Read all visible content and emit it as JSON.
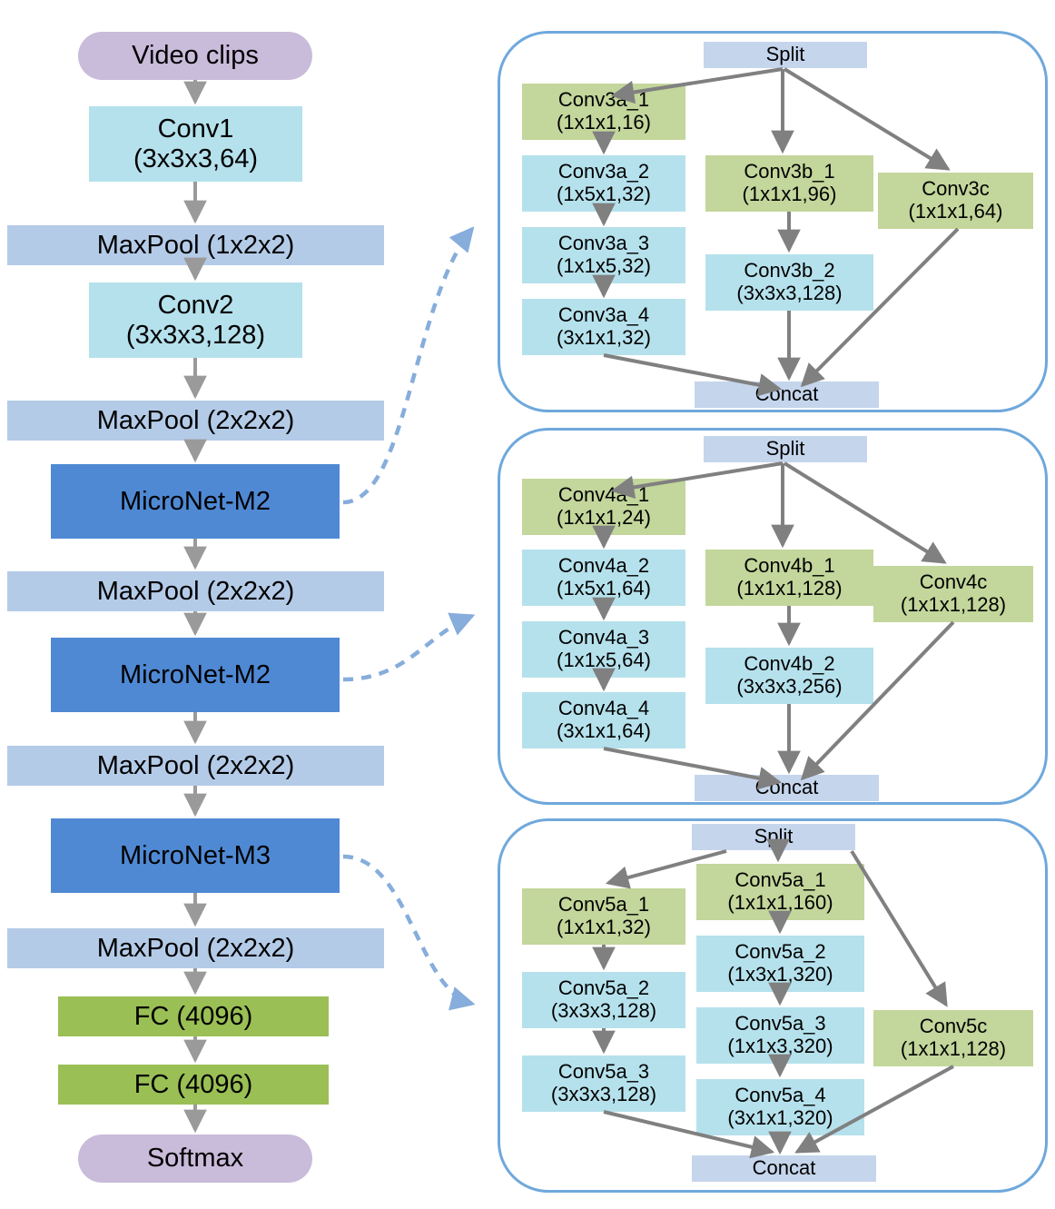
{
  "diagram": {
    "title": "MicroNet video classification architecture",
    "colors": {
      "pill": "#C9BBDA",
      "conv": "#B5E1EC",
      "pool": "#B4CBE8",
      "micronet": "#4F89D4",
      "fc": "#9ABF55",
      "module_green": "#C3D69B",
      "module_cyan": "#B5E1EC",
      "split_concat": "#C5D5EC",
      "module_border": "#6FA8DC",
      "arrow": "#808080",
      "dashed_link": "#86ADDB"
    }
  },
  "pipeline": {
    "nodes": [
      {
        "id": "video-clips",
        "label": "Video clips",
        "sub": "",
        "kind": "pill"
      },
      {
        "id": "conv1",
        "label": "Conv1",
        "sub": "(3x3x3,64)",
        "kind": "conv"
      },
      {
        "id": "maxpool1",
        "label": "MaxPool (1x2x2)",
        "sub": "",
        "kind": "pool"
      },
      {
        "id": "conv2",
        "label": "Conv2",
        "sub": "(3x3x3,128)",
        "kind": "conv"
      },
      {
        "id": "maxpool2",
        "label": "MaxPool (2x2x2)",
        "sub": "",
        "kind": "pool"
      },
      {
        "id": "micronet-m2-a",
        "label": "MicroNet-M2",
        "sub": "",
        "kind": "micronet"
      },
      {
        "id": "maxpool3",
        "label": "MaxPool (2x2x2)",
        "sub": "",
        "kind": "pool"
      },
      {
        "id": "micronet-m2-b",
        "label": "MicroNet-M2",
        "sub": "",
        "kind": "micronet"
      },
      {
        "id": "maxpool4",
        "label": "MaxPool (2x2x2)",
        "sub": "",
        "kind": "pool"
      },
      {
        "id": "micronet-m3",
        "label": "MicroNet-M3",
        "sub": "",
        "kind": "micronet"
      },
      {
        "id": "maxpool5",
        "label": "MaxPool (2x2x2)",
        "sub": "",
        "kind": "pool"
      },
      {
        "id": "fc1",
        "label": "FC (4096)",
        "sub": "",
        "kind": "fc"
      },
      {
        "id": "fc2",
        "label": "FC (4096)",
        "sub": "",
        "kind": "fc"
      },
      {
        "id": "softmax",
        "label": "Softmax",
        "sub": "",
        "kind": "pill"
      }
    ]
  },
  "modules": [
    {
      "id": "module-conv3",
      "split": "Split",
      "concat": "Concat",
      "branch_a": [
        {
          "label": "Conv3a_1",
          "sub": "(1x1x1,16)",
          "kind": "green"
        },
        {
          "label": "Conv3a_2",
          "sub": "(1x5x1,32)",
          "kind": "cyan"
        },
        {
          "label": "Conv3a_3",
          "sub": "(1x1x5,32)",
          "kind": "cyan"
        },
        {
          "label": "Conv3a_4",
          "sub": "(3x1x1,32)",
          "kind": "cyan"
        }
      ],
      "branch_b": [
        {
          "label": "Conv3b_1",
          "sub": "(1x1x1,96)",
          "kind": "green"
        },
        {
          "label": "Conv3b_2",
          "sub": "(3x3x3,128)",
          "kind": "cyan"
        }
      ],
      "branch_c": [
        {
          "label": "Conv3c",
          "sub": "(1x1x1,64)",
          "kind": "green"
        }
      ]
    },
    {
      "id": "module-conv4",
      "split": "Split",
      "concat": "Concat",
      "branch_a": [
        {
          "label": "Conv4a_1",
          "sub": "(1x1x1,24)",
          "kind": "green"
        },
        {
          "label": "Conv4a_2",
          "sub": "(1x5x1,64)",
          "kind": "cyan"
        },
        {
          "label": "Conv4a_3",
          "sub": "(1x1x5,64)",
          "kind": "cyan"
        },
        {
          "label": "Conv4a_4",
          "sub": "(3x1x1,64)",
          "kind": "cyan"
        }
      ],
      "branch_b": [
        {
          "label": "Conv4b_1",
          "sub": "(1x1x1,128)",
          "kind": "green"
        },
        {
          "label": "Conv4b_2",
          "sub": "(3x3x3,256)",
          "kind": "cyan"
        }
      ],
      "branch_c": [
        {
          "label": "Conv4c",
          "sub": "(1x1x1,128)",
          "kind": "green"
        }
      ]
    },
    {
      "id": "module-conv5",
      "split": "Split",
      "concat": "Concat",
      "branch_a": [
        {
          "label": "Conv5a_1",
          "sub": "(1x1x1,32)",
          "kind": "green"
        },
        {
          "label": "Conv5a_2",
          "sub": "(3x3x3,128)",
          "kind": "cyan"
        },
        {
          "label": "Conv5a_3",
          "sub": "(3x3x3,128)",
          "kind": "cyan"
        }
      ],
      "branch_b": [
        {
          "label": "Conv5a_1",
          "sub": "(1x1x1,160)",
          "kind": "green"
        },
        {
          "label": "Conv5a_2",
          "sub": "(1x3x1,320)",
          "kind": "cyan"
        },
        {
          "label": "Conv5a_3",
          "sub": "(1x1x3,320)",
          "kind": "cyan"
        },
        {
          "label": "Conv5a_4",
          "sub": "(3x1x1,320)",
          "kind": "cyan"
        }
      ],
      "branch_c": [
        {
          "label": "Conv5c",
          "sub": "(1x1x1,128)",
          "kind": "green"
        }
      ]
    }
  ]
}
